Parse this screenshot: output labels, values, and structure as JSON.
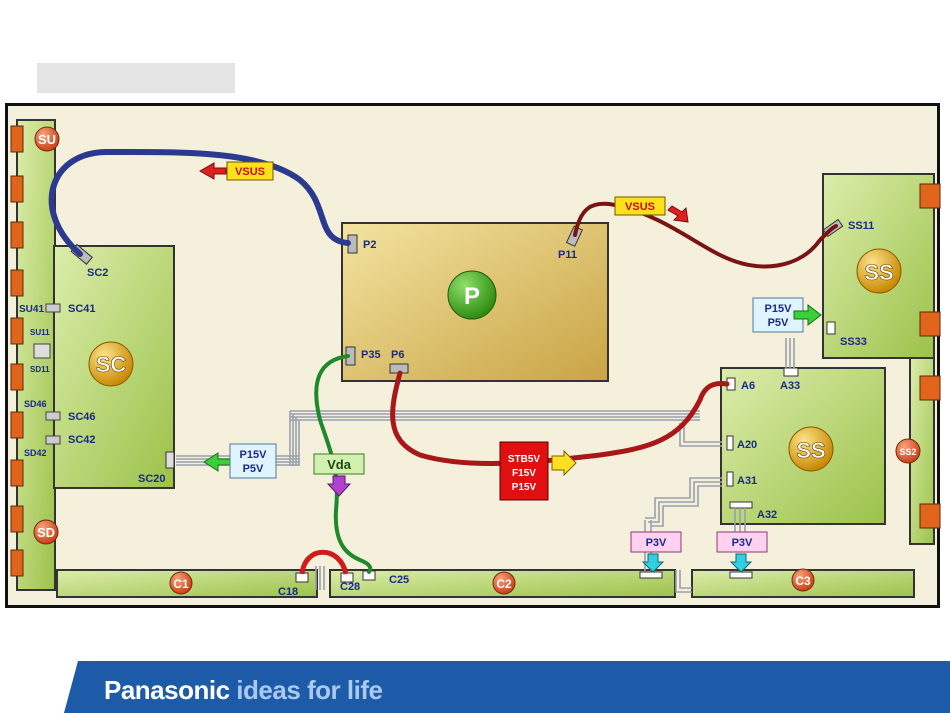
{
  "footer": {
    "brand": "Panasonic",
    "tagline": "ideas for life"
  },
  "colors": {
    "board": "#cfe38a",
    "p_board": "#e8cf78",
    "vsus_cable": "#2b3a8f",
    "p15v_cable": "#8b1a1a",
    "vda_cable": "#1e8a2a",
    "footer": "#1d5ba8"
  },
  "boards": {
    "su": "SU",
    "sd": "SD",
    "sc": "SC",
    "p": "P",
    "ss_top": "SS",
    "ss_bottom": "SS",
    "ss2": "SS2",
    "c1": "C1",
    "c2": "C2",
    "c3": "C3"
  },
  "connectors": {
    "sc2": "SC2",
    "sc41": "SC41",
    "su41": "SU41",
    "su11": "SU11",
    "sd11": "SD11",
    "sd46": "SD46",
    "sc46": "SC46",
    "sc42": "SC42",
    "sd42": "SD42",
    "sc20": "SC20",
    "p2": "P2",
    "p11": "P11",
    "p35": "P35",
    "p6": "P6",
    "ss11": "SS11",
    "ss33": "SS33",
    "a33": "A33",
    "a6": "A6",
    "a20": "A20",
    "a31": "A31",
    "a32": "A32",
    "c18": "C18",
    "c28": "C28",
    "c25": "C25"
  },
  "tags": {
    "vsus_left": "VSUS",
    "vsus_right": "VSUS",
    "p15v_right": [
      "P15V",
      "P5V"
    ],
    "p15v_left": [
      "P15V",
      "P5V"
    ],
    "vda": "Vda",
    "stb": [
      "STB5V",
      "F15V",
      "P15V"
    ],
    "p3v_1": "P3V",
    "p3v_2": "P3V"
  }
}
